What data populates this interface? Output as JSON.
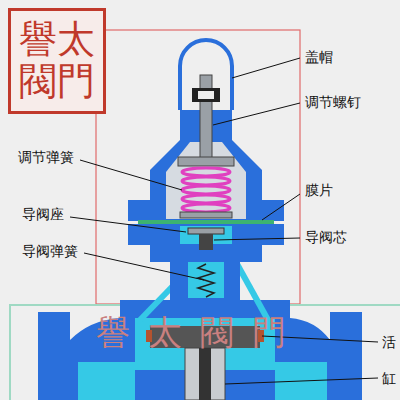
{
  "diagram": {
    "nodes": [
      {
        "text": [
          "譽太閥門"
        ]
      }
    ],
    "labels": [
      "盖帽",
      "调节螺钉",
      "调节弹簧",
      "膜片",
      "导阀座",
      "导阀芯",
      "导阀弹簧",
      "譽太閥門",
      "活",
      "缸"
    ]
  }
}
